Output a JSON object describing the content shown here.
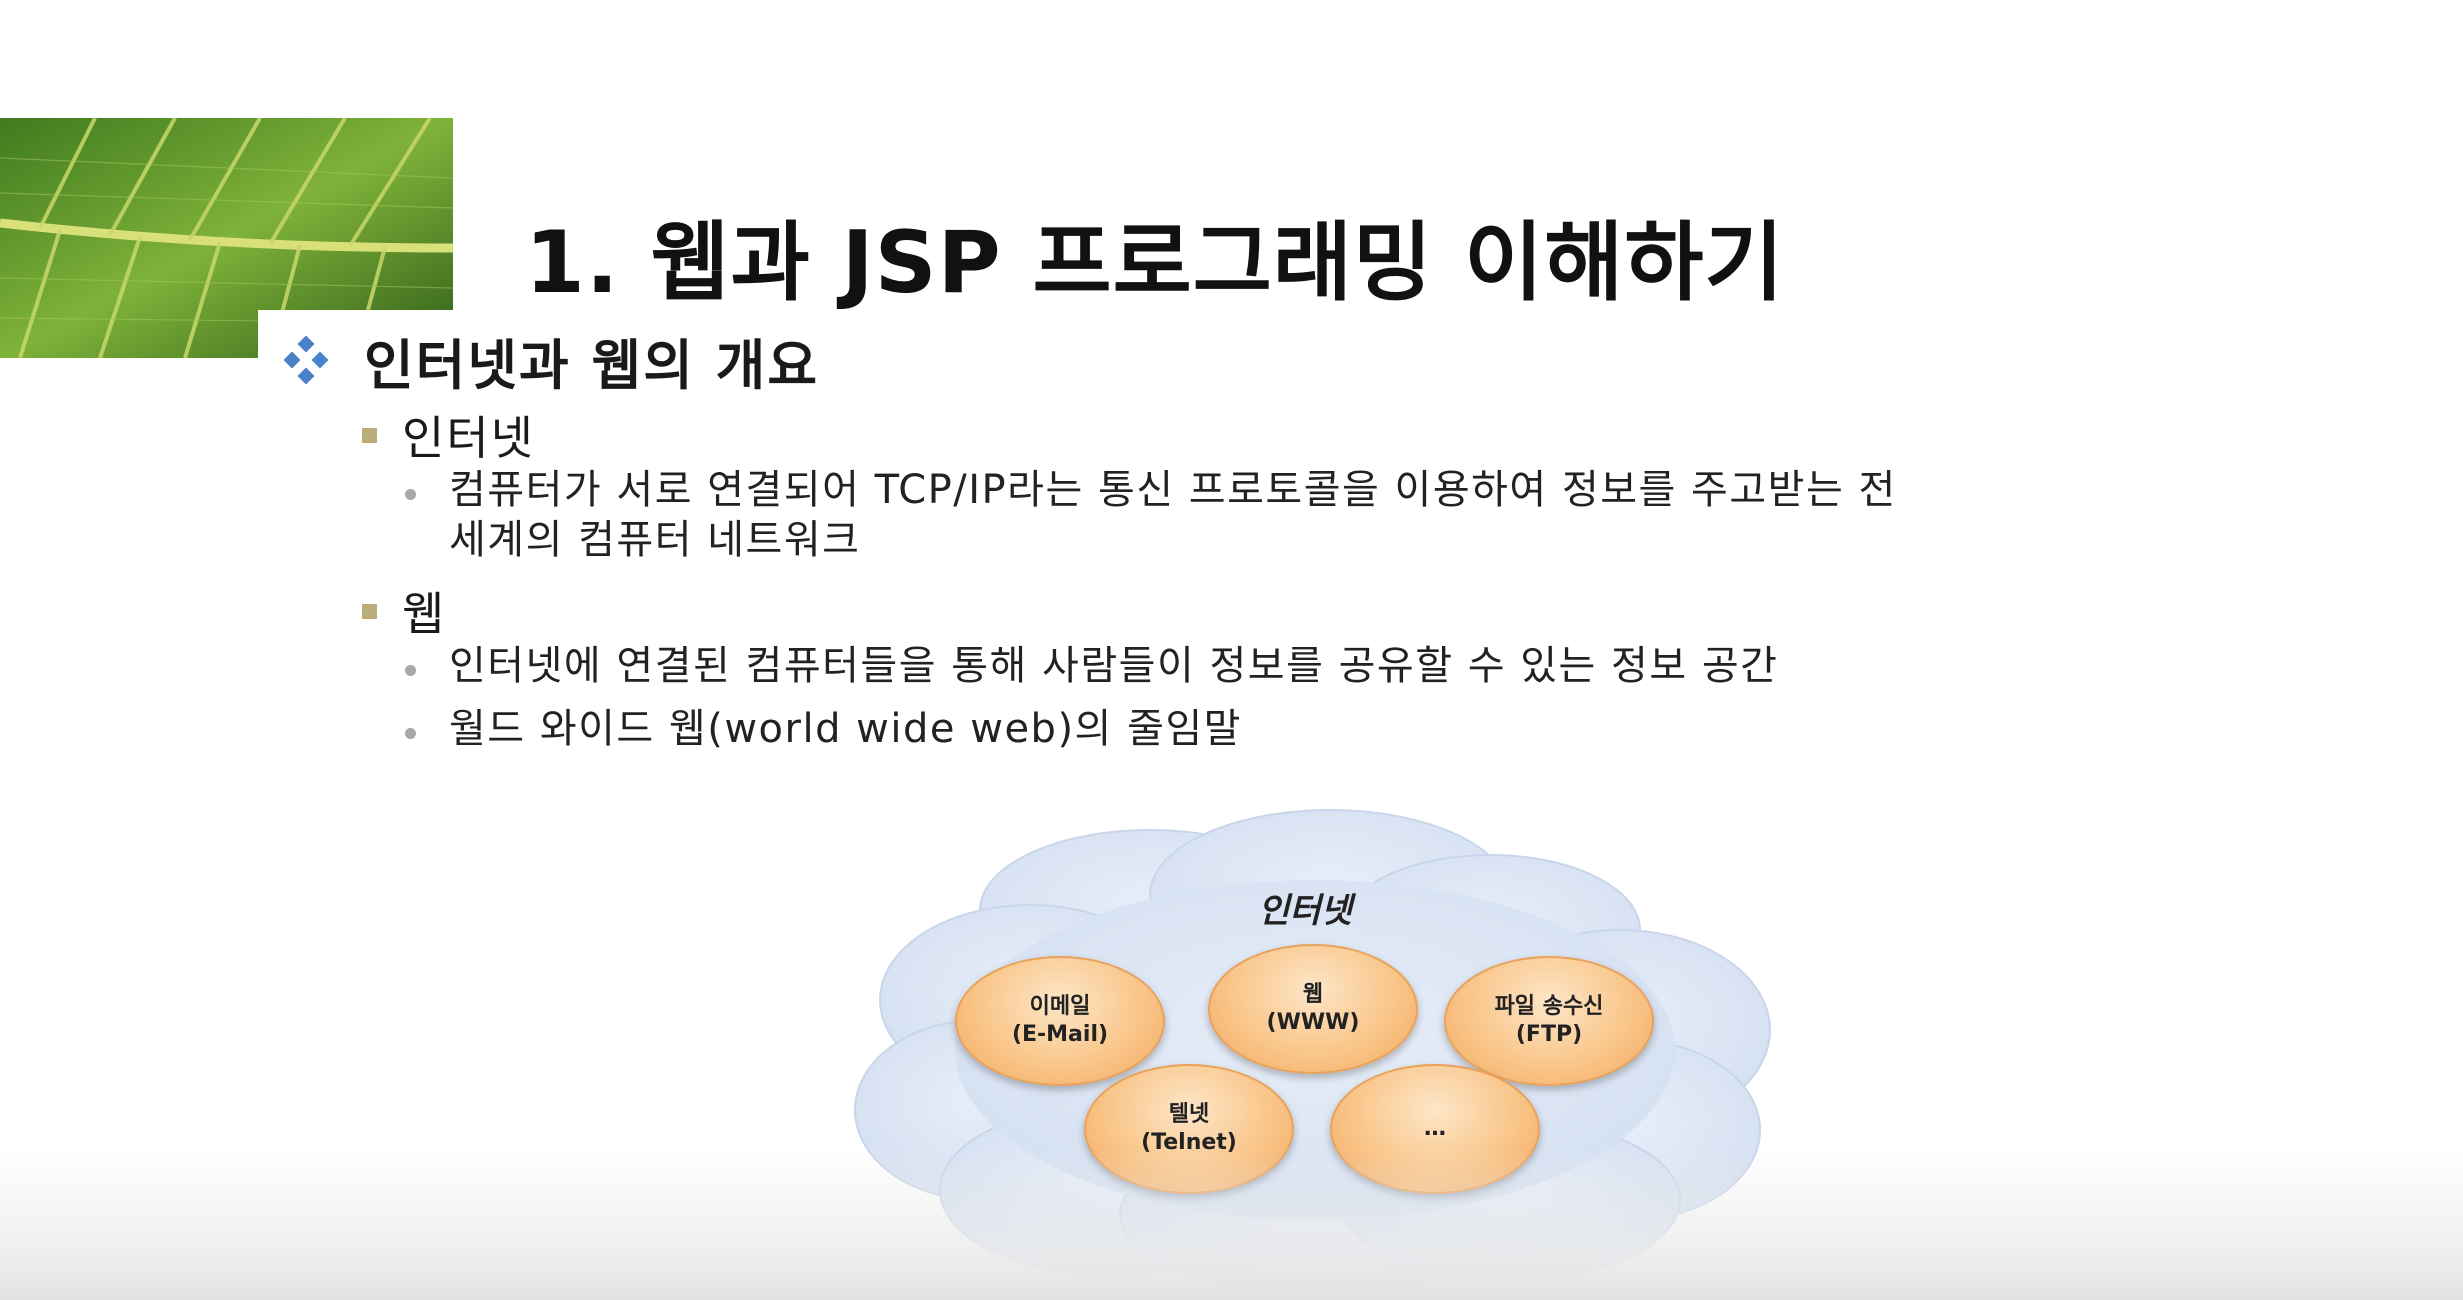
{
  "slide": {
    "title": "1. 웹과 JSP 프로그래밍 이해하기",
    "section": {
      "heading": "인터넷과 웹의 개요",
      "items": [
        {
          "label": "인터넷",
          "details": [
            {
              "line1": "컴퓨터가 서로 연결되어 TCP/IP라는 통신 프로토콜을 이용하여 정보를 주고받는 전",
              "line2": "세계의 컴퓨터 네트워크"
            }
          ]
        },
        {
          "label": "웹",
          "details": [
            {
              "line1": "인터넷에 연결된 컴퓨터들을 통해 사람들이 정보를 공유할 수 있는 정보 공간"
            },
            {
              "line1": "월드 와이드 웹(world wide web)의 줄임말"
            }
          ]
        }
      ]
    },
    "diagram": {
      "label": "인터넷",
      "nodes": [
        {
          "line1": "이메일",
          "line2": "(E-Mail)"
        },
        {
          "line1": "웹",
          "line2": "(WWW)"
        },
        {
          "line1": "파일 송수신",
          "line2": "(FTP)"
        },
        {
          "line1": "텔넷",
          "line2": "(Telnet)"
        },
        {
          "line1": "…",
          "line2": ""
        }
      ]
    }
  },
  "colors": {
    "bullet_diamond": "#4a82c8",
    "bullet_square": "#b9ad79",
    "cloud_fill": "#dce6f4",
    "node_fill": "#f9c68a"
  }
}
